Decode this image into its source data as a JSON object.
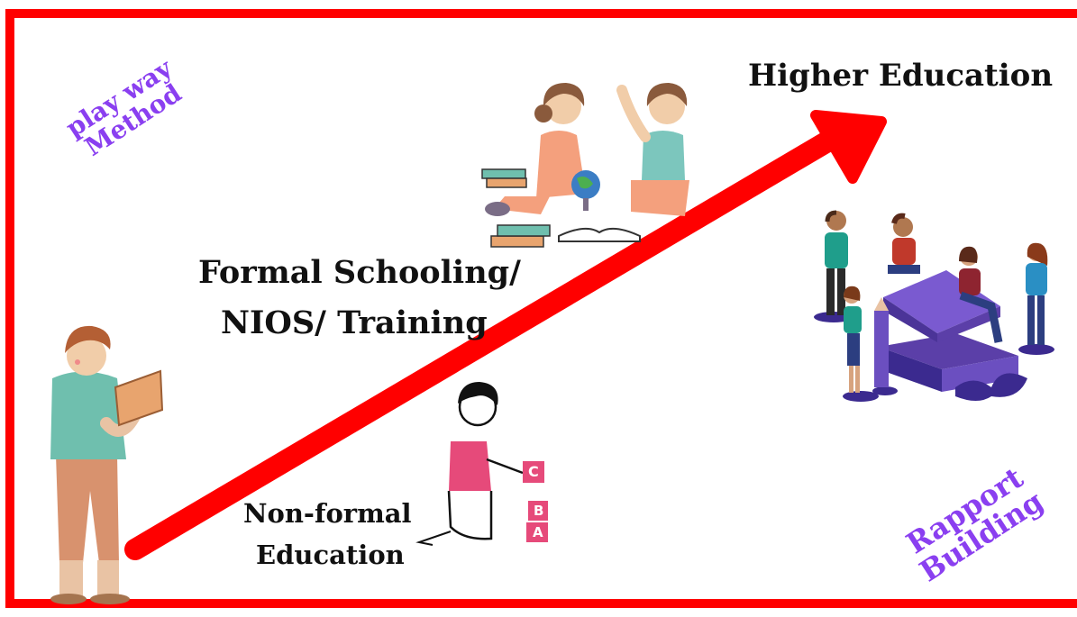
{
  "labels": {
    "higher_education": "Higher Education",
    "formal_line1": "Formal Schooling/",
    "formal_line2": "NIOS/ Training",
    "nonformal_line1": "Non-formal",
    "nonformal_line2": "Education",
    "playway_line1": "play way",
    "playway_line2": "Method",
    "rapport_line1": "Rapport",
    "rapport_line2": "Building"
  },
  "blocks": {
    "c": "C",
    "b": "B",
    "a": "A"
  },
  "colors": {
    "frame": "#ff0000",
    "arrow": "#ff0000",
    "accent_text": "#8a3ff0",
    "main_text": "#111111"
  },
  "icons": [
    "student-reading-icon",
    "children-studying-icon",
    "child-with-blocks-icon",
    "students-group-icon"
  ]
}
